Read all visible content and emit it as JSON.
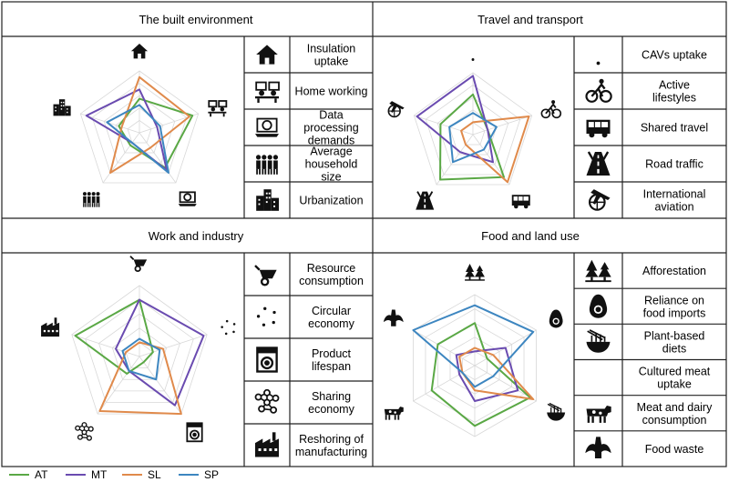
{
  "colors": {
    "AT": "#5aa845",
    "MT": "#6a4bb0",
    "SL": "#e08a4b",
    "SP": "#3d86c0"
  },
  "legend": [
    {
      "key": "AT",
      "label": "AT"
    },
    {
      "key": "MT",
      "label": "MT"
    },
    {
      "key": "SL",
      "label": "SL"
    },
    {
      "key": "SP",
      "label": "SP"
    }
  ],
  "panels": [
    {
      "title": "The built environment",
      "indicators": [
        {
          "label": "Insulation uptake",
          "icon": "house-icon"
        },
        {
          "label": "Home working",
          "icon": "home-working-icon"
        },
        {
          "label": "Data processing demands",
          "icon": "laptop-globe-icon"
        },
        {
          "label": "Average household size",
          "icon": "household-people-icon"
        },
        {
          "label": "Urbanization",
          "icon": "city-buildings-icon"
        }
      ]
    },
    {
      "title": "Travel and transport",
      "indicators": [
        {
          "label": "CAVs uptake",
          "icon": "wireless-signal-icon"
        },
        {
          "label": "Active lifestyles",
          "icon": "cyclist-icon"
        },
        {
          "label": "Shared travel",
          "icon": "bus-icon"
        },
        {
          "label": "Road traffic",
          "icon": "road-icon"
        },
        {
          "label": "International aviation",
          "icon": "plane-globe-icon"
        }
      ]
    },
    {
      "title": "Work and industry",
      "indicators": [
        {
          "label": "Resource consumption",
          "icon": "wheelbarrow-icon"
        },
        {
          "label": "Circular economy",
          "icon": "circular-arrows-icon"
        },
        {
          "label": "Product lifespan",
          "icon": "washing-machine-icon"
        },
        {
          "label": "Sharing economy",
          "icon": "network-icon"
        },
        {
          "label": "Reshoring of manufacturing",
          "icon": "factory-icon"
        }
      ]
    },
    {
      "title": "Food and land use",
      "indicators": [
        {
          "label": "Afforestation",
          "icon": "trees-icon"
        },
        {
          "label": "Reliance on food imports",
          "icon": "avocado-icon"
        },
        {
          "label": "Plant-based diets",
          "icon": "noodle-bowl-icon"
        },
        {
          "label": "Cultured meat uptake",
          "icon": "taco-icon"
        },
        {
          "label": "Meat and dairy consumption",
          "icon": "cow-icon"
        },
        {
          "label": "Food waste",
          "icon": "banana-peel-icon"
        }
      ]
    }
  ],
  "chart_data": [
    {
      "type": "radar",
      "title": "The built environment",
      "axes": [
        "Insulation uptake",
        "Home working",
        "Data processing demands",
        "Average household size",
        "Urbanization"
      ],
      "grid": true,
      "series": [
        {
          "name": "AT",
          "values": [
            0.55,
            0.9,
            0.7,
            0.25,
            0.35
          ]
        },
        {
          "name": "MT",
          "values": [
            0.7,
            0.3,
            0.75,
            0.2,
            0.9
          ]
        },
        {
          "name": "SL",
          "values": [
            0.9,
            0.85,
            0.3,
            0.8,
            0.3
          ]
        },
        {
          "name": "SP",
          "values": [
            0.45,
            0.35,
            0.8,
            0.2,
            0.55
          ]
        }
      ]
    },
    {
      "type": "radar",
      "title": "Travel and transport",
      "axes": [
        "CAVs uptake",
        "Active lifestyles",
        "Shared travel",
        "Road traffic",
        "International aviation"
      ],
      "grid": true,
      "series": [
        {
          "name": "AT",
          "values": [
            0.65,
            0.25,
            0.85,
            0.9,
            0.55
          ]
        },
        {
          "name": "MT",
          "values": [
            0.95,
            0.25,
            0.55,
            0.35,
            0.95
          ]
        },
        {
          "name": "SL",
          "values": [
            0.2,
            0.95,
            0.95,
            0.2,
            0.2
          ]
        },
        {
          "name": "SP",
          "values": [
            0.35,
            0.4,
            0.3,
            0.55,
            0.4
          ]
        }
      ]
    },
    {
      "type": "radar",
      "title": "Work and industry",
      "axes": [
        "Resource consumption",
        "Circular economy",
        "Product lifespan",
        "Sharing economy",
        "Reshoring of manufacturing"
      ],
      "grid": true,
      "series": [
        {
          "name": "AT",
          "values": [
            0.8,
            0.2,
            0.1,
            0.3,
            0.95
          ]
        },
        {
          "name": "MT",
          "values": [
            0.8,
            0.95,
            0.85,
            0.25,
            0.35
          ]
        },
        {
          "name": "SL",
          "values": [
            0.2,
            0.35,
            1.0,
            0.95,
            0.2
          ]
        },
        {
          "name": "SP",
          "values": [
            0.25,
            0.3,
            0.4,
            0.25,
            0.25
          ]
        }
      ]
    },
    {
      "type": "radar",
      "title": "Food and land use",
      "axes": [
        "Afforestation",
        "Reliance on food imports",
        "Plant-based diets",
        "Cultured meat uptake",
        "Meat and dairy consumption",
        "Food waste"
      ],
      "grid": true,
      "series": [
        {
          "name": "AT",
          "values": [
            0.6,
            0.2,
            0.9,
            0.85,
            0.7,
            0.6
          ]
        },
        {
          "name": "MT",
          "values": [
            0.2,
            0.5,
            0.7,
            0.5,
            0.25,
            0.3
          ]
        },
        {
          "name": "SL",
          "values": [
            0.25,
            0.3,
            0.95,
            0.35,
            0.2,
            0.25
          ]
        },
        {
          "name": "SP",
          "values": [
            0.85,
            0.95,
            0.3,
            0.3,
            0.2,
            1.0
          ]
        }
      ]
    }
  ]
}
